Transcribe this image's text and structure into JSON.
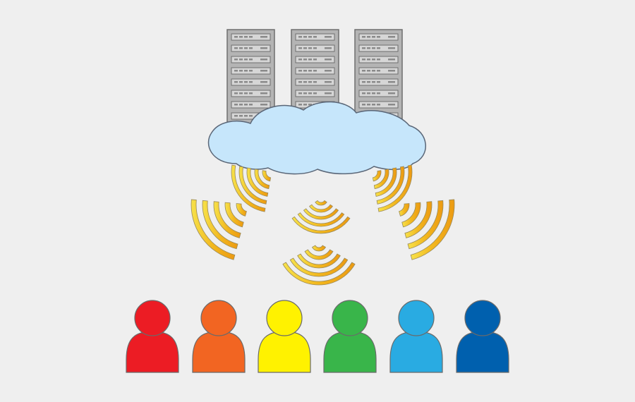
{
  "colors": {
    "background": "#efefef",
    "server_fill": "#b4b4b4",
    "server_stroke": "#6e6e6e",
    "slot_fill": "#d6d6d6",
    "slot_hatch": "#8a8a8a",
    "cloud_fill": "#c6e6fb",
    "cloud_stroke": "#5a6677",
    "signal_gradient": [
      "#f7e24a",
      "#f2b71e",
      "#ec9a12"
    ],
    "signal_stroke": "#9a8a5a",
    "user_stroke": "#6a6a6a"
  },
  "diagram": {
    "servers": [
      {
        "name": "server-left",
        "icon": "server-rack-icon"
      },
      {
        "name": "server-middle",
        "icon": "server-rack-icon"
      },
      {
        "name": "server-right",
        "icon": "server-rack-icon"
      }
    ],
    "cloud": {
      "icon": "cloud-icon"
    },
    "signals": [
      {
        "name": "signal-upper-left",
        "icon": "wireless-signal-icon"
      },
      {
        "name": "signal-upper-center",
        "icon": "wireless-signal-icon"
      },
      {
        "name": "signal-upper-right",
        "icon": "wireless-signal-icon"
      },
      {
        "name": "signal-mid-left",
        "icon": "wireless-signal-icon"
      },
      {
        "name": "signal-mid-right",
        "icon": "wireless-signal-icon"
      },
      {
        "name": "signal-lower-center",
        "icon": "wireless-signal-icon"
      }
    ],
    "users": [
      {
        "name": "user-red",
        "icon": "user-icon",
        "color": "#ec1c24"
      },
      {
        "name": "user-orange",
        "icon": "user-icon",
        "color": "#f26522"
      },
      {
        "name": "user-yellow",
        "icon": "user-icon",
        "color": "#fff200"
      },
      {
        "name": "user-green",
        "icon": "user-icon",
        "color": "#39b54a"
      },
      {
        "name": "user-light-blue",
        "icon": "user-icon",
        "color": "#29abe2"
      },
      {
        "name": "user-blue",
        "icon": "user-icon",
        "color": "#0060ae"
      }
    ]
  }
}
